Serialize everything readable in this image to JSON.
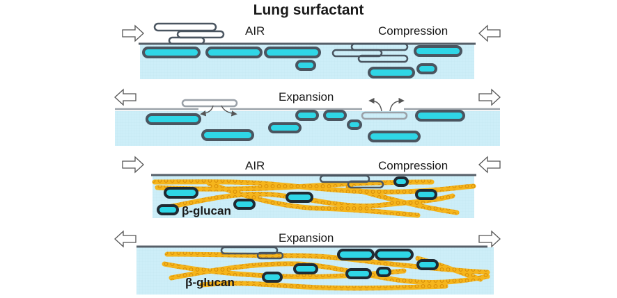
{
  "title": "Lung surfactant",
  "panels": [
    {
      "id": "panel-1",
      "labels": [
        "AIR",
        "Compression"
      ],
      "beta_glucan": ""
    },
    {
      "id": "panel-2",
      "labels": [
        "Expansion"
      ],
      "beta_glucan": ""
    },
    {
      "id": "panel-3",
      "labels": [
        "AIR",
        "Compression"
      ],
      "beta_glucan": "β-glucan"
    },
    {
      "id": "panel-4",
      "labels": [
        "Expansion"
      ],
      "beta_glucan": "β-glucan"
    }
  ],
  "colors": {
    "water": "#cdeef8",
    "water_grid": "#bfe3ef",
    "vesicle_outline": "#4a5560",
    "vesicle_outline_dark": "#1f2a33",
    "vesicle_core": "#2fd6e6",
    "monolayer": "#565f68",
    "bilayer_light": "#9aa1a8",
    "glucan_fill": "#f5b51c",
    "glucan_edge": "#d58a06",
    "arrow_outline": "#555555"
  },
  "icons": [
    "compression-arrow-icon",
    "expansion-arrow-icon",
    "curved-release-arrow-icon"
  ]
}
